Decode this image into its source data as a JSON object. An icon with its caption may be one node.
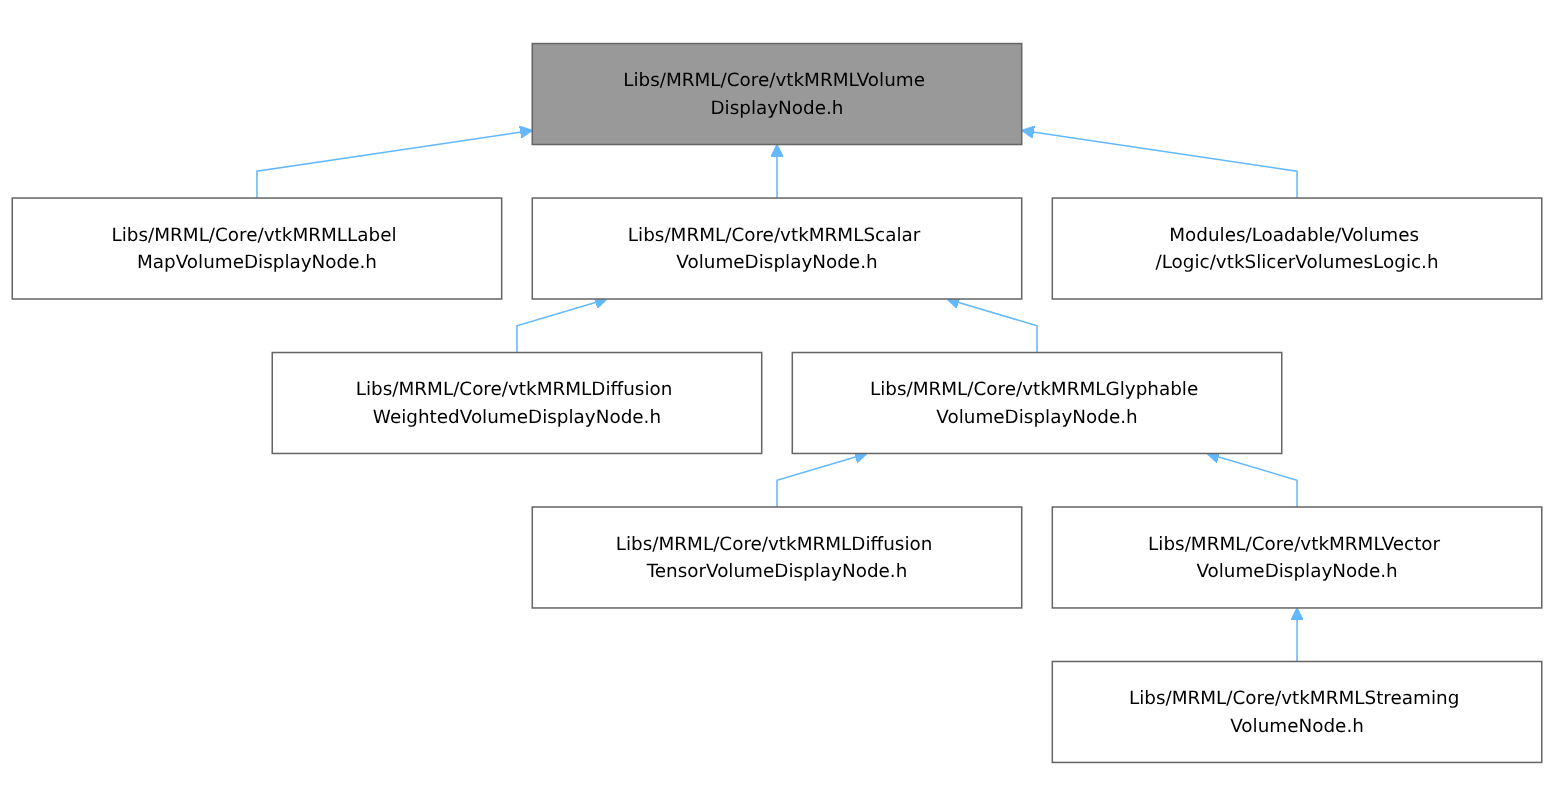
{
  "diagram": {
    "nodes": [
      {
        "text": [
          "Libs/MRML/Core/vtkMRMLVolume DisplayNode.h"
        ]
      },
      {
        "text": [
          "Libs/MRML/Core/vtkMRMLLabel MapVolumeDisplayNode.h"
        ]
      },
      {
        "text": [
          "Libs/MRML/Core/vtkMRMLScalar VolumeDisplayNode.h"
        ]
      },
      {
        "text": [
          "Modules/Loadable/Volumes /Logic/vtkSlicerVolumesLogic.h"
        ]
      },
      {
        "text": [
          "Libs/MRML/Core/vtkMRMLDiffusion WeightedVolumeDisplayNode.h"
        ]
      },
      {
        "text": [
          "Libs/MRML/Core/vtkMRMLGlyphable VolumeDisplayNode.h"
        ]
      },
      {
        "text": [
          "Libs/MRML/Core/vtkMRMLDiffusion TensorVolumeDisplayNode.h"
        ]
      },
      {
        "text": [
          "Libs/MRML/Core/vtkMRMLVector VolumeDisplayNode.h"
        ]
      },
      {
        "text": [
          "Libs/MRML/Core/vtkMRMLStreaming VolumeNode.h"
        ]
      }
    ],
    "edges": [
      {
        "from": 1,
        "to": 0,
        "arrow": "to"
      },
      {
        "from": 2,
        "to": 0,
        "arrow": "to"
      },
      {
        "from": 3,
        "to": 0,
        "arrow": "to"
      },
      {
        "from": 4,
        "to": 2,
        "arrow": "to"
      },
      {
        "from": 5,
        "to": 2,
        "arrow": "to"
      },
      {
        "from": 6,
        "to": 5,
        "arrow": "to"
      },
      {
        "from": 7,
        "to": 5,
        "arrow": "to"
      },
      {
        "from": 8,
        "to": 7,
        "arrow": "to"
      }
    ]
  }
}
